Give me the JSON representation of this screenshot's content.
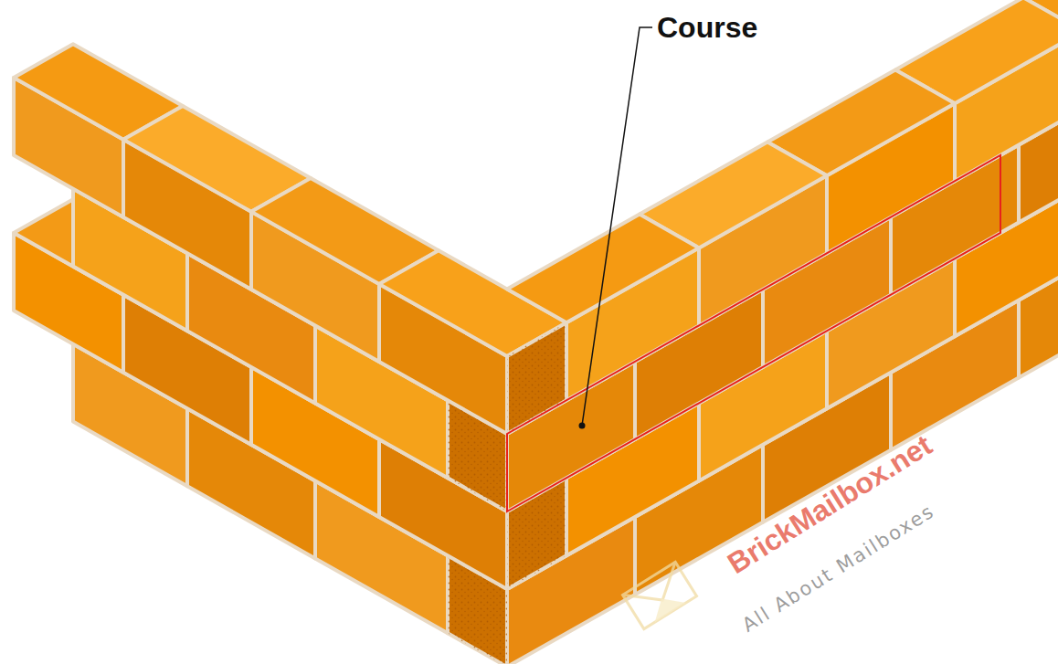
{
  "diagram": {
    "labels": [
      "Course",
      "BrickMailbox.net",
      "All About Mailboxes"
    ]
  }
}
